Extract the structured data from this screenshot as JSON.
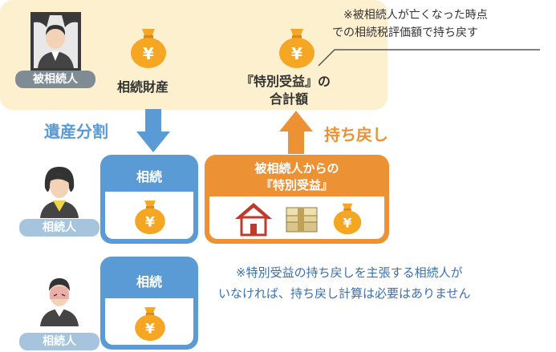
{
  "top_note": {
    "line1": "※被相続人が亡くなった時点",
    "line2": "での相続税評価額で持ち戻す"
  },
  "decedent": {
    "label": "被相続人"
  },
  "estate": {
    "label": "相続財産"
  },
  "special_total": {
    "line1": "『特別受益』の",
    "line2": "合計額"
  },
  "division": {
    "label": "遺産分割"
  },
  "return": {
    "label": "持ち戻し"
  },
  "heir1": {
    "label": "相続人"
  },
  "heir2": {
    "label": "相続人"
  },
  "inherit_box1": {
    "title": "相続"
  },
  "inherit_box2": {
    "title": "相続"
  },
  "gift_box": {
    "line1": "被相続人からの",
    "line2": "『特別受益』"
  },
  "bottom_note": {
    "line1": "※特別受益の持ち戻しを主張する相続人が",
    "line2": "いなければ、持ち戻し計算は必要はありません"
  },
  "icons": [
    "person-icon",
    "money-bag-icon",
    "house-icon",
    "cash-stack-icon"
  ],
  "colors": {
    "band": "#fdf0cf",
    "blue": "#5b9bd5",
    "orange": "#ec9134",
    "bag": "#f5a623"
  }
}
